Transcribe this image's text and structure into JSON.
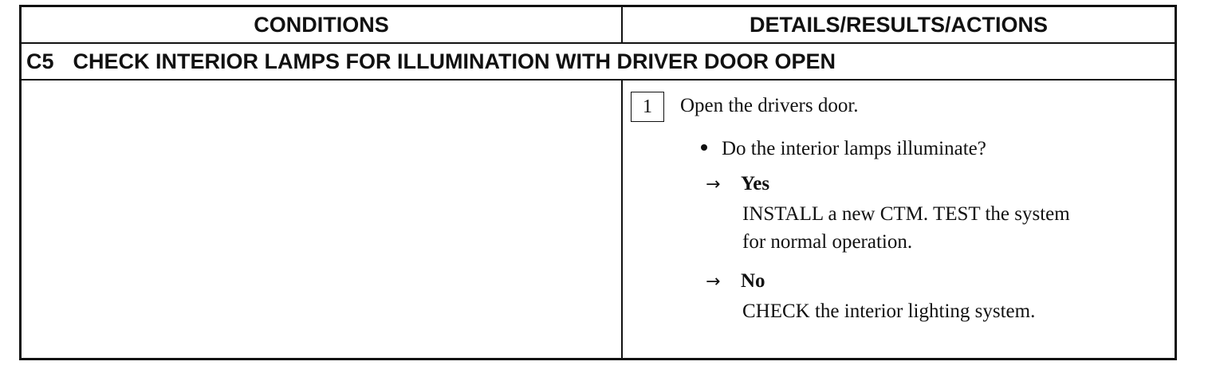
{
  "table": {
    "header_conditions": "CONDITIONS",
    "header_details": "DETAILS/RESULTS/ACTIONS",
    "section_code": "C5",
    "section_title": "CHECK INTERIOR LAMPS FOR ILLUMINATION WITH DRIVER DOOR OPEN"
  },
  "step": {
    "number": "1",
    "instruction": "Open the drivers door.",
    "question": "Do the interior lamps illuminate?",
    "results": [
      {
        "arrow": "→",
        "label": "Yes",
        "action_line1": "INSTALL a new CTM. TEST the system",
        "action_line2": "for normal operation."
      },
      {
        "arrow": "→",
        "label": "No",
        "action_line1": "CHECK the interior lighting system."
      }
    ]
  }
}
